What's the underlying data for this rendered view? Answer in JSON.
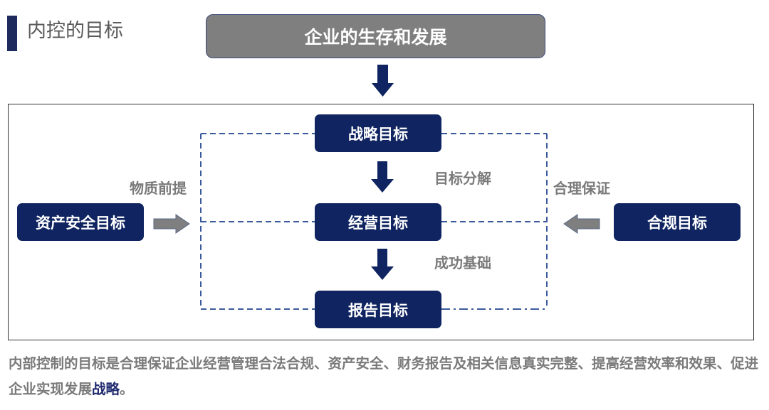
{
  "header": {
    "title": "内控的目标",
    "top_goal": "企业的生存和发展"
  },
  "diagram": {
    "nodes": {
      "strategy": "战略目标",
      "operations": "经营目标",
      "reporting": "报告目标",
      "asset_safety": "资产安全目标",
      "compliance": "合规目标"
    },
    "labels": {
      "material_premise": "物质前提",
      "goal_decomposition": "目标分解",
      "reasonable_guarantee": "合理保证",
      "success_foundation": "成功基础"
    }
  },
  "summary": {
    "text_main": "内部控制的目标是合理保证企业经营管理合法合规、资产安全、财务报告及相关信息真实完整、提高经营效率和效果、促进企业实现发展",
    "text_highlight": "战略",
    "text_end": "。"
  },
  "colors": {
    "node_fill": "#0f2460",
    "top_box_fill": "#7f7f7f",
    "accent_bar": "#1f2a5c",
    "dashed_line": "#3a5a9a",
    "gray_arrow": "#7f7f7f",
    "highlight_text": "#1f2a6e"
  }
}
